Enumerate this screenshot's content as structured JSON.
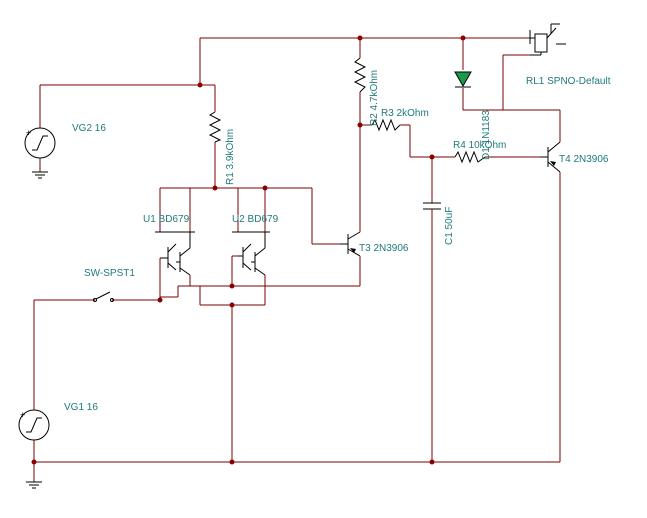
{
  "components": {
    "vg2": "VG2 16",
    "vg1": "VG1 16",
    "r1": "R1 3.9kOhm",
    "r2": "R2 4.7kOhm",
    "r3": "R3 2kOhm",
    "r4": "R4 10kOhm",
    "c1": "C1 50uF",
    "u1": "U1 BD679",
    "u2": "U2 BD679",
    "t3": "T3 2N3906",
    "t4": "T4 2N3906",
    "d1": "D1 1N1183",
    "rl1": "RL1 SPNO-Default",
    "sw": "SW-SPST1"
  },
  "colors": {
    "wire": "#7a0000",
    "component": "#000000",
    "label": "#1f7a7a",
    "node": "#8b0000",
    "diode": "#1a9a4a"
  }
}
